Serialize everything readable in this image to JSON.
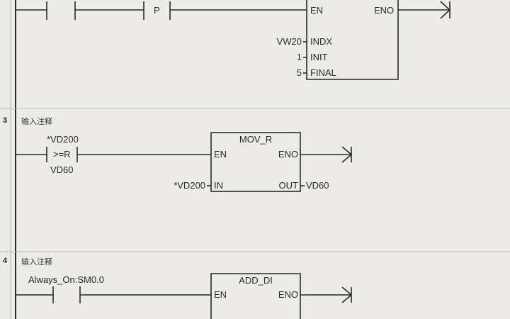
{
  "network2": {
    "contact_p_label": "P",
    "en_label": "EN",
    "eno_label": "ENO",
    "inputs": [
      {
        "value": "VW20",
        "pin": "INDX"
      },
      {
        "value": "1",
        "pin": "INIT"
      },
      {
        "value": "5",
        "pin": "FINAL"
      }
    ]
  },
  "network3": {
    "number": "3",
    "comment": "输入注释",
    "compare": {
      "top": "*VD200",
      "op": ">=R",
      "bottom": "VD60"
    },
    "box": {
      "title": "MOV_R",
      "en": "EN",
      "eno": "ENO",
      "in_pin": "IN",
      "out_pin": "OUT",
      "in_value": "*VD200",
      "out_value": "VD60"
    }
  },
  "network4": {
    "number": "4",
    "comment": "输入注释",
    "contact_label": "Always_On:SM0.0",
    "box": {
      "title": "ADD_DI",
      "en": "EN",
      "eno": "ENO"
    }
  },
  "colors": {
    "background": "#ecebe7",
    "line": "#2a2a2a",
    "separator": "#b9b9b9"
  }
}
